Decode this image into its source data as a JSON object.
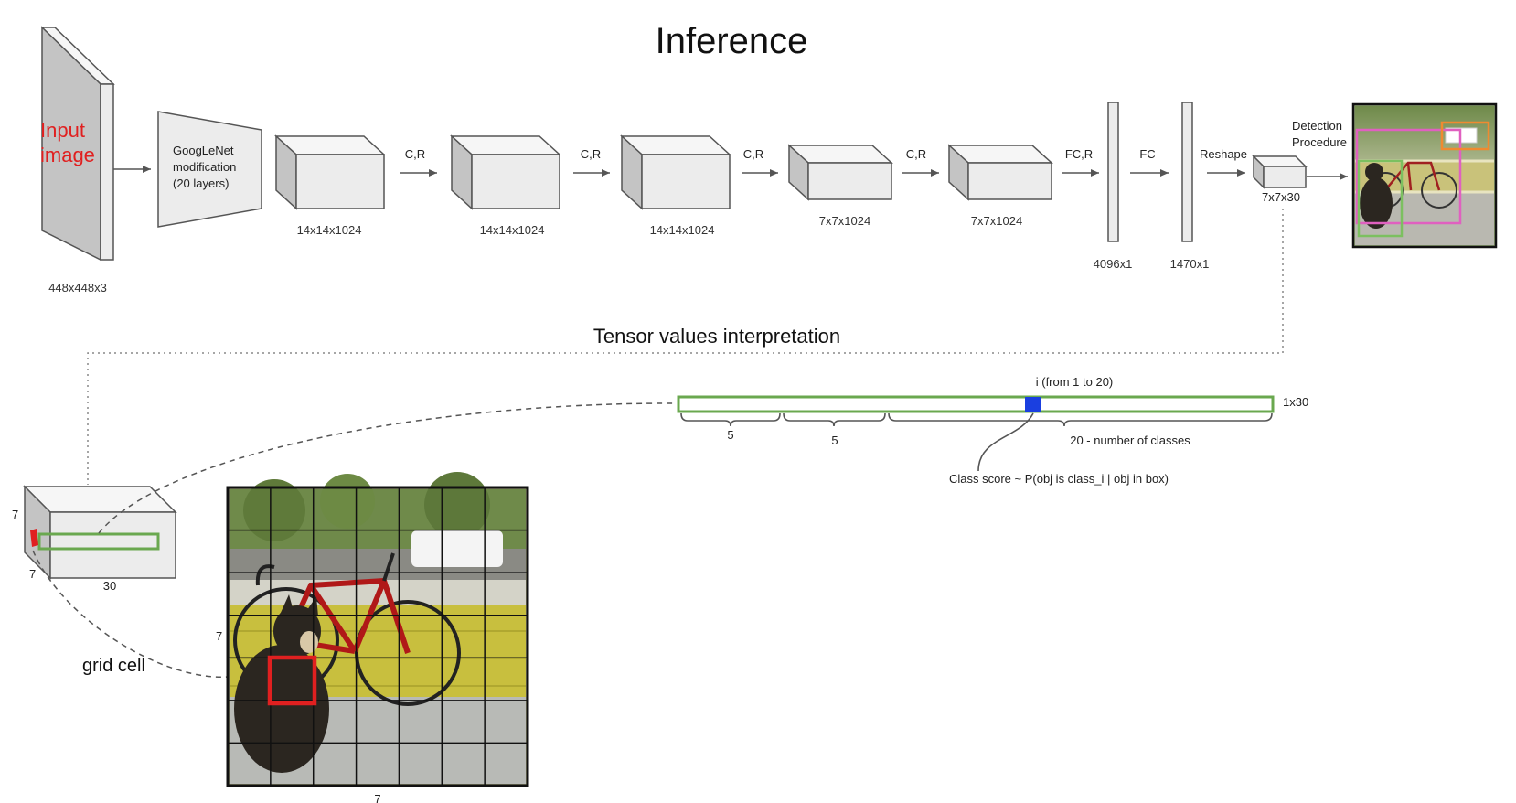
{
  "title": "Inference",
  "input": {
    "label_line1": "Input",
    "label_line2": "image",
    "size": "448x448x3"
  },
  "googlenet": {
    "line1": "GoogLeNet",
    "line2": "modification",
    "line3": "(20 layers)"
  },
  "blocks": [
    {
      "size": "14x14x1024"
    },
    {
      "size": "14x14x1024"
    },
    {
      "size": "14x14x1024"
    },
    {
      "size": "7x7x1024"
    },
    {
      "size": "7x7x1024"
    }
  ],
  "ops": [
    "C,R",
    "C,R",
    "C,R",
    "C,R",
    "FC,R",
    "FC",
    "Reshape"
  ],
  "fc_layers": [
    {
      "size": "4096x1"
    },
    {
      "size": "1470x1"
    }
  ],
  "output_tensor": {
    "size": "7x7x30"
  },
  "detection": {
    "line1": "Detection",
    "line2": "Procedure"
  },
  "interpretation": {
    "title": "Tensor values interpretation",
    "vector_size": "1x30",
    "index_label": "i (from 1 to 20)",
    "seg1": "5",
    "seg2": "5",
    "seg3": "20 - number of classes",
    "class_score": "Class score ~ P(obj is class_i | obj in box)"
  },
  "grid": {
    "cube_h": "7",
    "cube_w": "7",
    "cube_d": "30",
    "rows": 7,
    "cols": 7,
    "grid_left_label": "7",
    "grid_bottom_label": "7",
    "cell_label": "grid cell"
  },
  "colors": {
    "accent_red": "#e02020",
    "vector_green": "#6aa84f",
    "index_blue": "#1a3fe0",
    "box_pink": "#e060c0",
    "box_orange": "#f08a30",
    "box_green": "#7cc060"
  }
}
